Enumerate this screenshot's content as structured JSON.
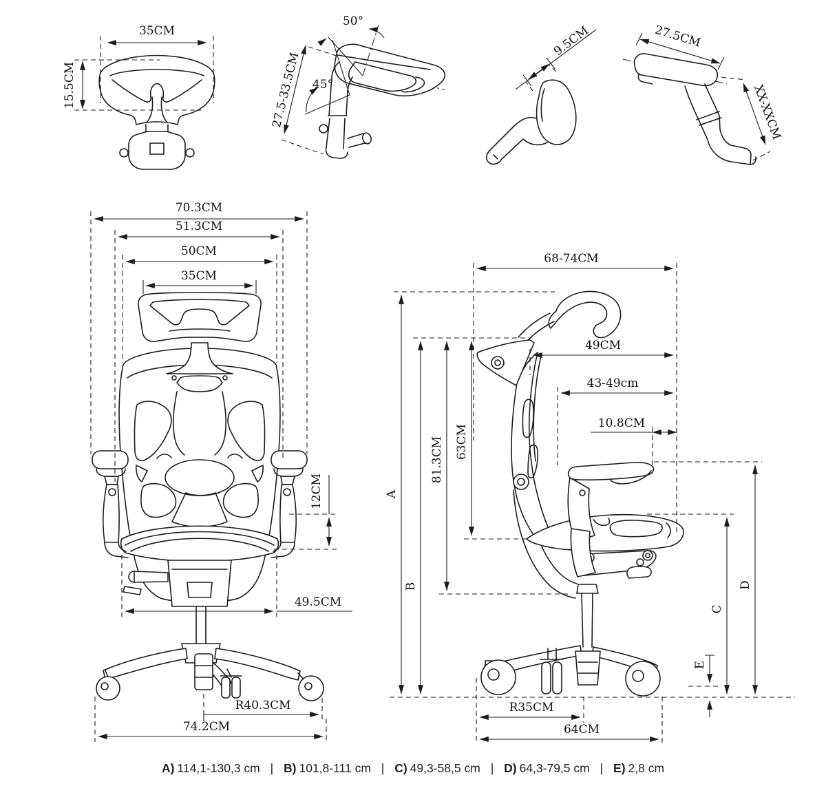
{
  "figures": {
    "headrest_front": {
      "width": "35CM",
      "height": "15.5CM"
    },
    "armrest_tilt": {
      "pivot_angle": "50°",
      "swivel_angle": "45°",
      "height_range": "27.5-33.5CM"
    },
    "armrest_back": {
      "pad_width": "9.5CM"
    },
    "armrest_side": {
      "pad_length": "27.5CM",
      "lift_range": "XX-XXCM"
    },
    "chair_front": {
      "overall_width": "70.3CM",
      "backrest_outer_width": "51.3CM",
      "backrest_width": "50CM",
      "headrest_width": "35CM",
      "armrest_adjust_height": "12CM",
      "armrest_inner_span": "49.5CM",
      "base_radius": "R40.3CM",
      "base_overall_width": "74.2CM"
    },
    "chair_side": {
      "overall_depth": "68-74CM",
      "back_to_front_depth": "49CM",
      "seat_depth": "43-49cm",
      "back_offset": "10.8CM",
      "back_mesh_height": "63CM",
      "back_height": "81.3CM",
      "dim_a": "A",
      "dim_b": "B",
      "dim_c": "C",
      "dim_d": "D",
      "dim_e": "E",
      "base_radius": "R35CM",
      "base_depth": "64CM"
    }
  },
  "legend": {
    "separator": "|",
    "items": [
      {
        "key": "A)",
        "value": "114,1-130,3 cm"
      },
      {
        "key": "B)",
        "value": "101,8-111 cm"
      },
      {
        "key": "C)",
        "value": "49,3-58,5 cm"
      },
      {
        "key": "D)",
        "value": "64,3-79,5 cm"
      },
      {
        "key": "E)",
        "value": "2,8 cm"
      }
    ]
  }
}
